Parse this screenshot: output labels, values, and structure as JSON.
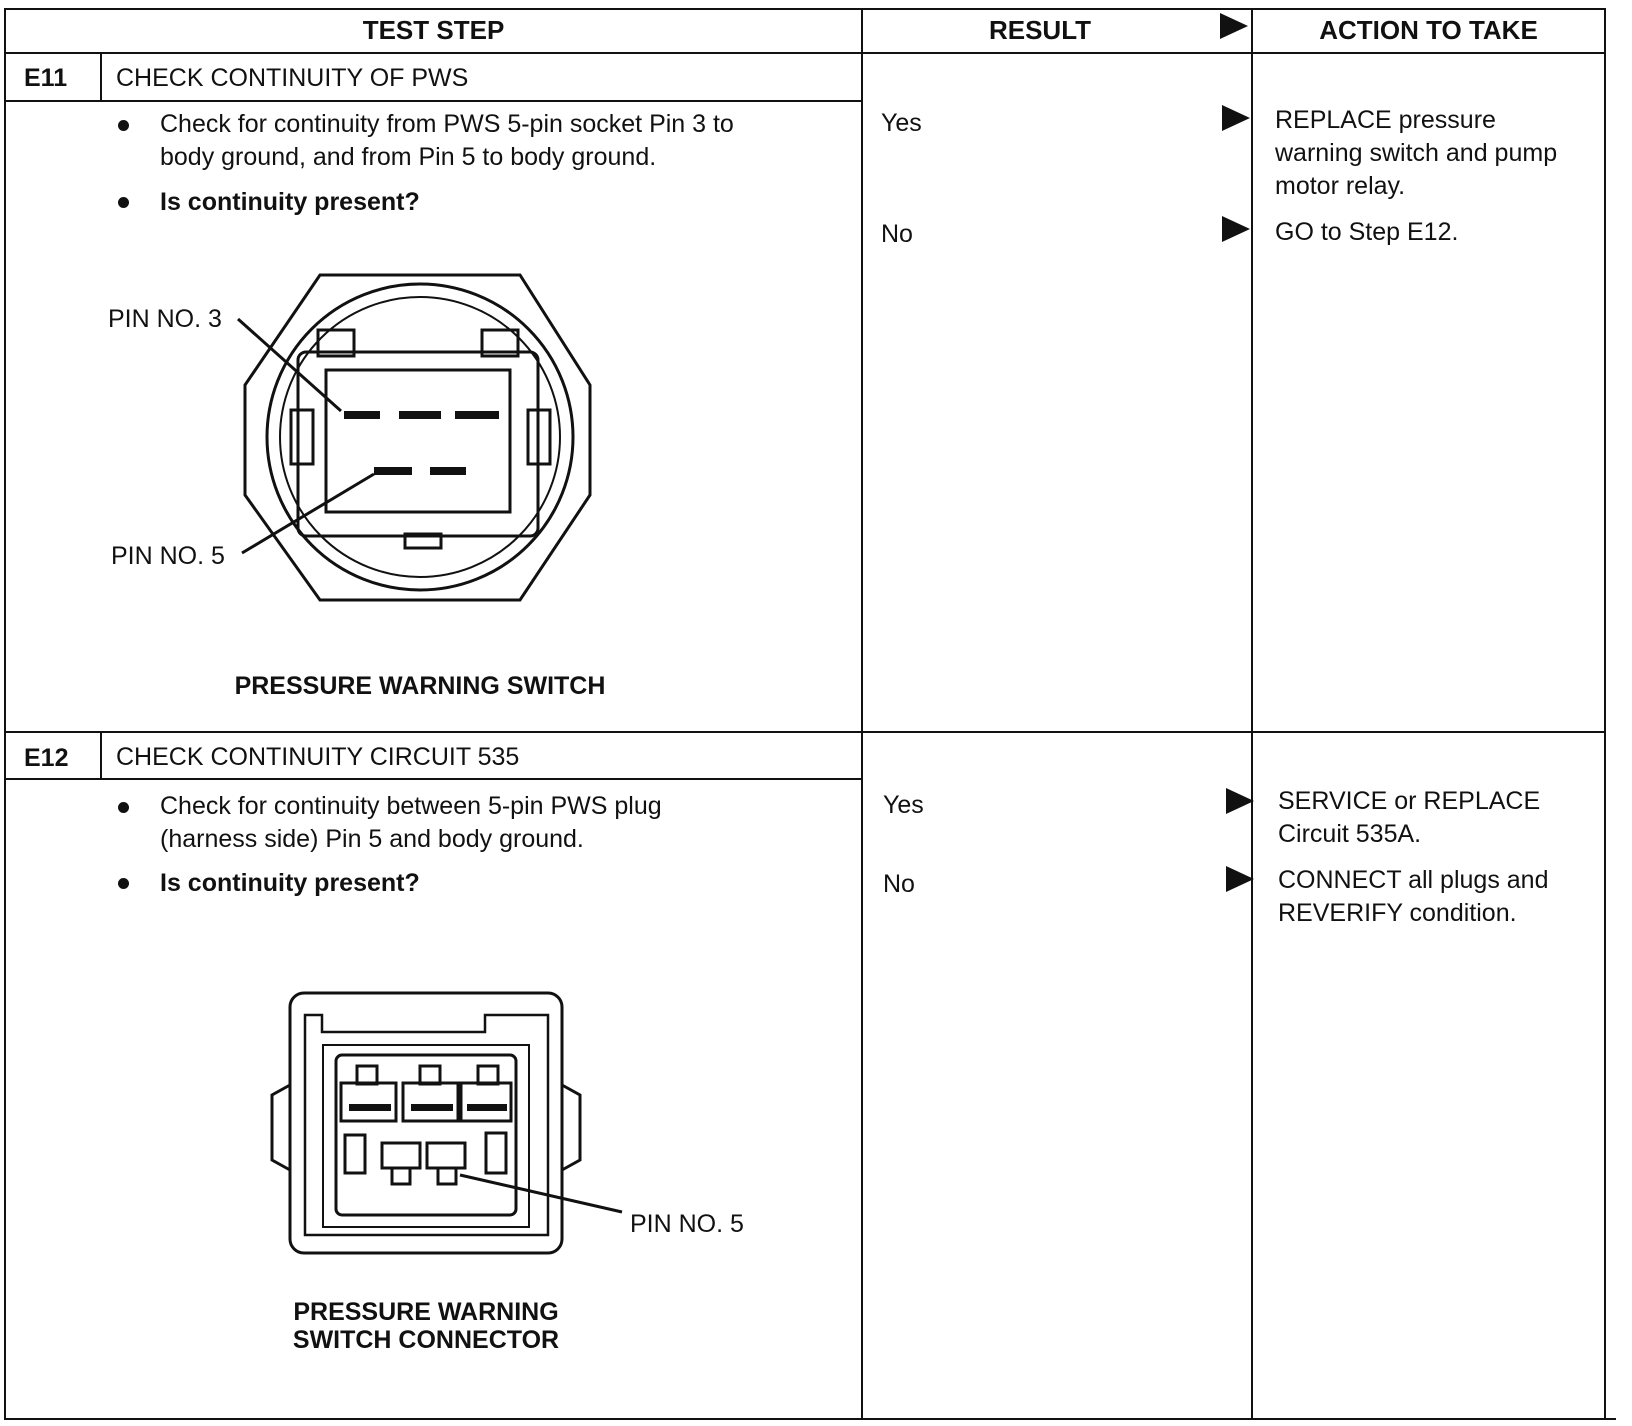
{
  "header": {
    "test_step": "TEST STEP",
    "result": "RESULT",
    "action": "ACTION TO TAKE"
  },
  "steps": [
    {
      "id": "E11",
      "title": "CHECK CONTINUITY OF PWS",
      "instructions": [
        "Check for continuity from PWS 5-pin socket Pin 3 to",
        "body ground, and from Pin 5 to body ground."
      ],
      "question": "Is continuity present?",
      "figure": {
        "caption": "PRESSURE WARNING SWITCH",
        "labels": [
          "PIN NO. 3",
          "PIN NO. 5"
        ]
      },
      "results": [
        {
          "result": "Yes",
          "action_lines": [
            "REPLACE pressure",
            "warning switch and pump",
            "motor relay."
          ]
        },
        {
          "result": "No",
          "action_lines": [
            "GO to Step E12."
          ]
        }
      ]
    },
    {
      "id": "E12",
      "title": "CHECK CONTINUITY CIRCUIT 535",
      "instructions": [
        "Check for continuity between 5-pin PWS plug",
        "(harness side) Pin 5 and body ground."
      ],
      "question": "Is continuity present?",
      "figure": {
        "caption_lines": [
          "PRESSURE WARNING",
          "SWITCH CONNECTOR"
        ],
        "labels": [
          "PIN NO. 5"
        ]
      },
      "results": [
        {
          "result": "Yes",
          "action_lines": [
            "SERVICE or REPLACE",
            "Circuit 535A."
          ]
        },
        {
          "result": "No",
          "action_lines": [
            "CONNECT all plugs and",
            "REVERIFY condition."
          ]
        }
      ]
    }
  ]
}
